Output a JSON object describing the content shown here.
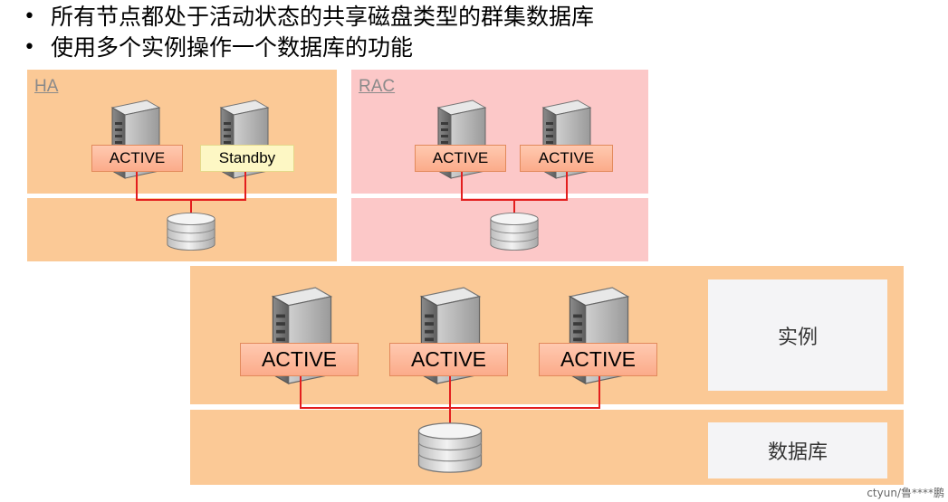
{
  "bullets": [
    "所有节点都处于活动状态的共享磁盘类型的群集数据库",
    "使用多个实例操作一个数据库的功能"
  ],
  "ha": {
    "title": "HA",
    "node1_label": "ACTIVE",
    "node2_label": "Standby"
  },
  "rac": {
    "title": "RAC",
    "node1_label": "ACTIVE",
    "node2_label": "ACTIVE"
  },
  "bottom": {
    "node1_label": "ACTIVE",
    "node2_label": "ACTIVE",
    "node3_label": "ACTIVE",
    "instance_label": "实例",
    "database_label": "数据库"
  },
  "colors": {
    "orange_panel": "#fbc996",
    "pink_panel": "#fcc8c8",
    "wire": "#e31e1e",
    "active_label": "#fbab8a",
    "standby_label": "#fdf7c4"
  },
  "watermark": "ctyun/鲁****鹏"
}
